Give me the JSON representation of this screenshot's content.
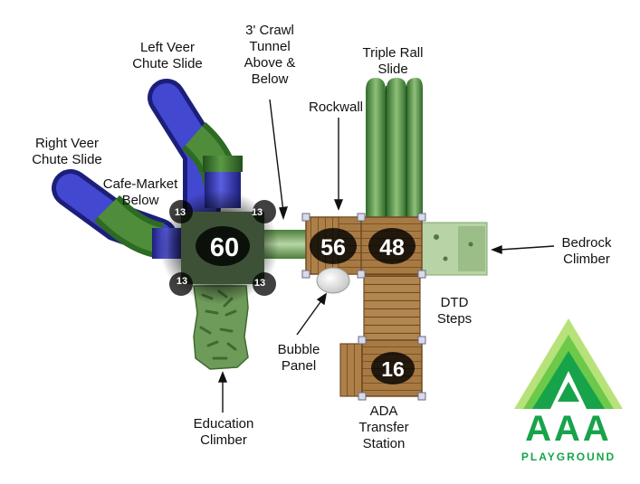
{
  "labels": {
    "left_veer": [
      "Left Veer",
      "Chute Slide"
    ],
    "crawl_tunnel": [
      "3' Crawl",
      "Tunnel",
      "Above &",
      "Below"
    ],
    "triple_rail": [
      "Triple Rall",
      "Slide"
    ],
    "rockwall": "Rockwall",
    "right_veer": [
      "Right Veer",
      "Chute Slide"
    ],
    "cafe_market": [
      "Cafe-Market",
      "Below"
    ],
    "bedrock": [
      "Bedrock",
      "Climber"
    ],
    "dtd_steps": [
      "DTD",
      "Steps"
    ],
    "bubble_panel": [
      "Bubble",
      "Panel"
    ],
    "education_climber": [
      "Education",
      "Climber"
    ],
    "ada_transfer": [
      "ADA",
      "Transfer",
      "Station"
    ]
  },
  "decks": {
    "main": "60",
    "rock": "56",
    "right": "48",
    "ada": "16"
  },
  "corner_heights": [
    "13",
    "13",
    "13",
    "13"
  ],
  "logo": {
    "name": "AAA",
    "sub": "PLAYGROUND"
  },
  "colors": {
    "slide_blue": "#2a2fb3",
    "slide_green": "#3e7d2e",
    "deck_wood": "#a87a43",
    "climber_green": "#6e9a5a",
    "brand_green": "#17a34a"
  }
}
